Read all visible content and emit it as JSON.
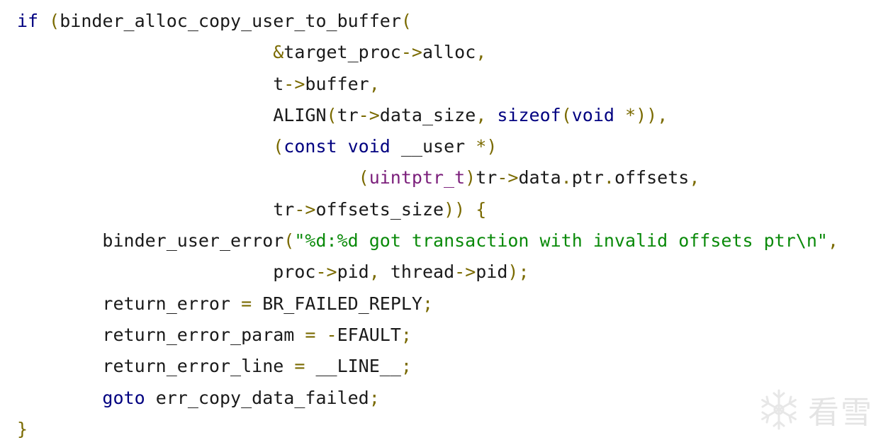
{
  "code": {
    "lines": [
      [
        {
          "t": "if",
          "c": "kw"
        },
        {
          "t": " ",
          "c": "plain"
        },
        {
          "t": "(",
          "c": "op"
        },
        {
          "t": "binder_alloc_copy_user_to_buffer",
          "c": "plain"
        },
        {
          "t": "(",
          "c": "op"
        }
      ],
      [
        {
          "t": "                        ",
          "c": "plain"
        },
        {
          "t": "&",
          "c": "op"
        },
        {
          "t": "target_proc",
          "c": "plain"
        },
        {
          "t": "->",
          "c": "op"
        },
        {
          "t": "alloc",
          "c": "plain"
        },
        {
          "t": ",",
          "c": "op"
        }
      ],
      [
        {
          "t": "                        ",
          "c": "plain"
        },
        {
          "t": "t",
          "c": "plain"
        },
        {
          "t": "->",
          "c": "op"
        },
        {
          "t": "buffer",
          "c": "plain"
        },
        {
          "t": ",",
          "c": "op"
        }
      ],
      [
        {
          "t": "                        ",
          "c": "plain"
        },
        {
          "t": "ALIGN",
          "c": "plain"
        },
        {
          "t": "(",
          "c": "op"
        },
        {
          "t": "tr",
          "c": "plain"
        },
        {
          "t": "->",
          "c": "op"
        },
        {
          "t": "data_size",
          "c": "plain"
        },
        {
          "t": ",",
          "c": "op"
        },
        {
          "t": " ",
          "c": "plain"
        },
        {
          "t": "sizeof",
          "c": "kw"
        },
        {
          "t": "(",
          "c": "op"
        },
        {
          "t": "void",
          "c": "kw"
        },
        {
          "t": " ",
          "c": "plain"
        },
        {
          "t": "*",
          "c": "op"
        },
        {
          "t": "))",
          "c": "op"
        },
        {
          "t": ",",
          "c": "op"
        }
      ],
      [
        {
          "t": "                        ",
          "c": "plain"
        },
        {
          "t": "(",
          "c": "op"
        },
        {
          "t": "const",
          "c": "kw"
        },
        {
          "t": " ",
          "c": "plain"
        },
        {
          "t": "void",
          "c": "kw"
        },
        {
          "t": " __user ",
          "c": "plain"
        },
        {
          "t": "*",
          "c": "op"
        },
        {
          "t": ")",
          "c": "op"
        }
      ],
      [
        {
          "t": "                                ",
          "c": "plain"
        },
        {
          "t": "(",
          "c": "op"
        },
        {
          "t": "uintptr_t",
          "c": "typ"
        },
        {
          "t": ")",
          "c": "op"
        },
        {
          "t": "tr",
          "c": "plain"
        },
        {
          "t": "->",
          "c": "op"
        },
        {
          "t": "data",
          "c": "plain"
        },
        {
          "t": ".",
          "c": "op"
        },
        {
          "t": "ptr",
          "c": "plain"
        },
        {
          "t": ".",
          "c": "op"
        },
        {
          "t": "offsets",
          "c": "plain"
        },
        {
          "t": ",",
          "c": "op"
        }
      ],
      [
        {
          "t": "                        ",
          "c": "plain"
        },
        {
          "t": "tr",
          "c": "plain"
        },
        {
          "t": "->",
          "c": "op"
        },
        {
          "t": "offsets_size",
          "c": "plain"
        },
        {
          "t": "))",
          "c": "op"
        },
        {
          "t": " ",
          "c": "plain"
        },
        {
          "t": "{",
          "c": "op"
        }
      ],
      [
        {
          "t": "        ",
          "c": "plain"
        },
        {
          "t": "binder_user_error",
          "c": "plain"
        },
        {
          "t": "(",
          "c": "op"
        },
        {
          "t": "\"%d:%d got transaction with invalid offsets ptr\\n\"",
          "c": "str"
        },
        {
          "t": ",",
          "c": "op"
        }
      ],
      [
        {
          "t": "                        ",
          "c": "plain"
        },
        {
          "t": "proc",
          "c": "plain"
        },
        {
          "t": "->",
          "c": "op"
        },
        {
          "t": "pid",
          "c": "plain"
        },
        {
          "t": ",",
          "c": "op"
        },
        {
          "t": " thread",
          "c": "plain"
        },
        {
          "t": "->",
          "c": "op"
        },
        {
          "t": "pid",
          "c": "plain"
        },
        {
          "t": ")",
          "c": "op"
        },
        {
          "t": ";",
          "c": "op"
        }
      ],
      [
        {
          "t": "        ",
          "c": "plain"
        },
        {
          "t": "return_error ",
          "c": "plain"
        },
        {
          "t": "=",
          "c": "op"
        },
        {
          "t": " BR_FAILED_REPLY",
          "c": "plain"
        },
        {
          "t": ";",
          "c": "op"
        }
      ],
      [
        {
          "t": "        ",
          "c": "plain"
        },
        {
          "t": "return_error_param ",
          "c": "plain"
        },
        {
          "t": "=",
          "c": "op"
        },
        {
          "t": " ",
          "c": "plain"
        },
        {
          "t": "-",
          "c": "op"
        },
        {
          "t": "EFAULT",
          "c": "plain"
        },
        {
          "t": ";",
          "c": "op"
        }
      ],
      [
        {
          "t": "        ",
          "c": "plain"
        },
        {
          "t": "return_error_line ",
          "c": "plain"
        },
        {
          "t": "=",
          "c": "op"
        },
        {
          "t": " __LINE__",
          "c": "plain"
        },
        {
          "t": ";",
          "c": "op"
        }
      ],
      [
        {
          "t": "        ",
          "c": "plain"
        },
        {
          "t": "goto",
          "c": "kw"
        },
        {
          "t": " err_copy_data_failed",
          "c": "plain"
        },
        {
          "t": ";",
          "c": "op"
        }
      ],
      [
        {
          "t": "}",
          "c": "op"
        }
      ]
    ]
  },
  "watermark": {
    "text": "看雪",
    "icon": "snowflake-icon"
  },
  "colors": {
    "keyword": "#000080",
    "operator": "#7a6a00",
    "string": "#0a8a0a",
    "type": "#7b1f7b",
    "text": "#1a1a1a",
    "background": "#ffffff"
  }
}
